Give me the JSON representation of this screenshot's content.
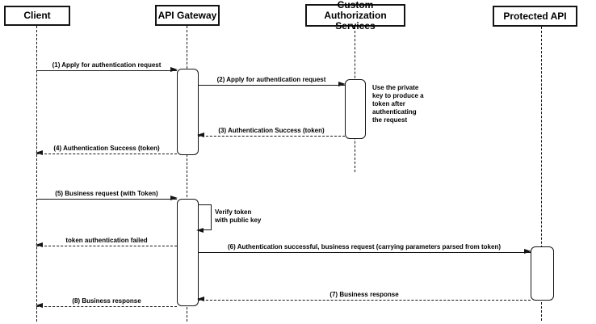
{
  "diagram": {
    "type": "sequence-diagram",
    "colors": {
      "line": "#141414",
      "text": "#000000",
      "background": "#ffffff",
      "box_fill": "#ffffff"
    },
    "actors": [
      {
        "id": "client",
        "label": "Client"
      },
      {
        "id": "api-gateway",
        "label": "API Gateway"
      },
      {
        "id": "custom-authorization-services",
        "label": "Custom Authorization\nServices"
      },
      {
        "id": "protected-api",
        "label": "Protected API"
      }
    ],
    "messages": [
      {
        "label": "(1) Apply for authentication request",
        "style": "solid",
        "from": "Client",
        "to": "API Gateway"
      },
      {
        "label": "(2) Apply for authentication request",
        "style": "solid",
        "from": "API Gateway",
        "to": "Custom Authorization Services"
      },
      {
        "label": "(3) Authentication Success (token)",
        "style": "dashed",
        "from": "Custom Authorization Services",
        "to": "API Gateway"
      },
      {
        "label": "(4) Authentication Success (token)",
        "style": "dashed",
        "from": "API Gateway",
        "to": "Client"
      },
      {
        "label": "(5) Business request (with Token)",
        "style": "solid",
        "from": "Client",
        "to": "API Gateway"
      },
      {
        "label": "token authentication failed",
        "style": "dashed",
        "from": "API Gateway",
        "to": "Client"
      },
      {
        "label": "(6) Authentication successful, business request (carrying parameters parsed from token)",
        "style": "solid",
        "from": "API Gateway",
        "to": "Protected API"
      },
      {
        "label": "(7) Business response",
        "style": "dashed",
        "from": "Protected API",
        "to": "API Gateway"
      },
      {
        "label": "(8) Business response",
        "style": "dashed",
        "from": "API Gateway",
        "to": "Client"
      }
    ],
    "self_message": {
      "label": "Verify token\nwith public key",
      "actor": "API Gateway"
    },
    "note": {
      "text": "Use the private\nkey to produce a\ntoken after\nauthenticating\nthe request",
      "attached_to": "Custom Authorization Services"
    }
  }
}
